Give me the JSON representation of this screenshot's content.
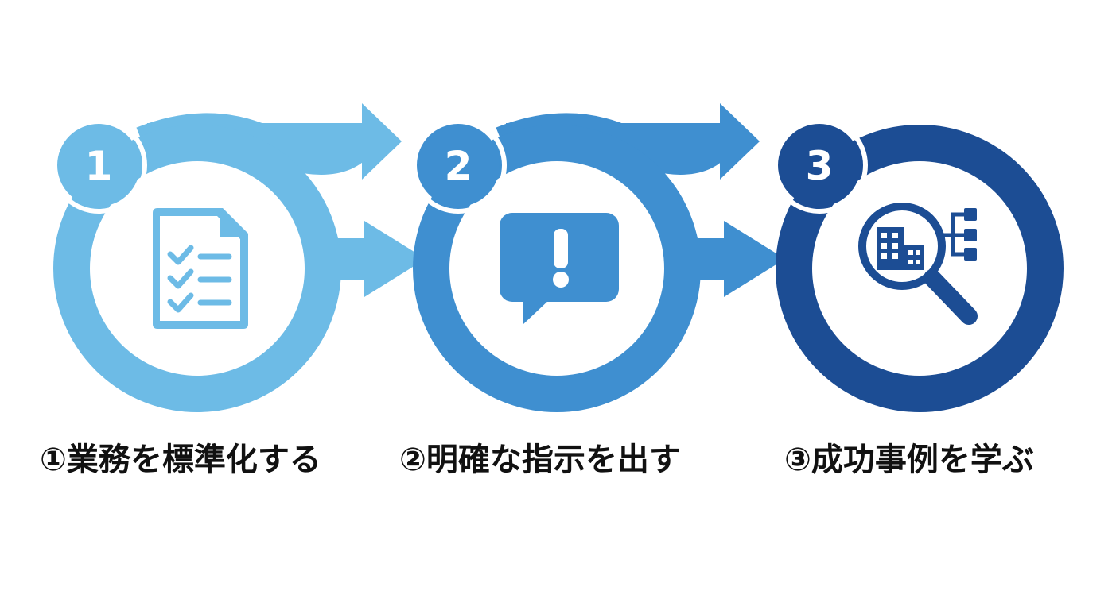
{
  "steps": [
    {
      "number": "1",
      "label": "①業務を標準化する",
      "icon": "checklist-document-icon",
      "color": "#6dbbe6"
    },
    {
      "number": "2",
      "label": "②明確な指示を出す",
      "icon": "exclamation-speech-bubble-icon",
      "color": "#3f8fd0"
    },
    {
      "number": "3",
      "label": "③成功事例を学ぶ",
      "icon": "magnifier-building-network-icon",
      "color": "#1c4d94"
    }
  ],
  "icon_inner_color": "#ffffff"
}
